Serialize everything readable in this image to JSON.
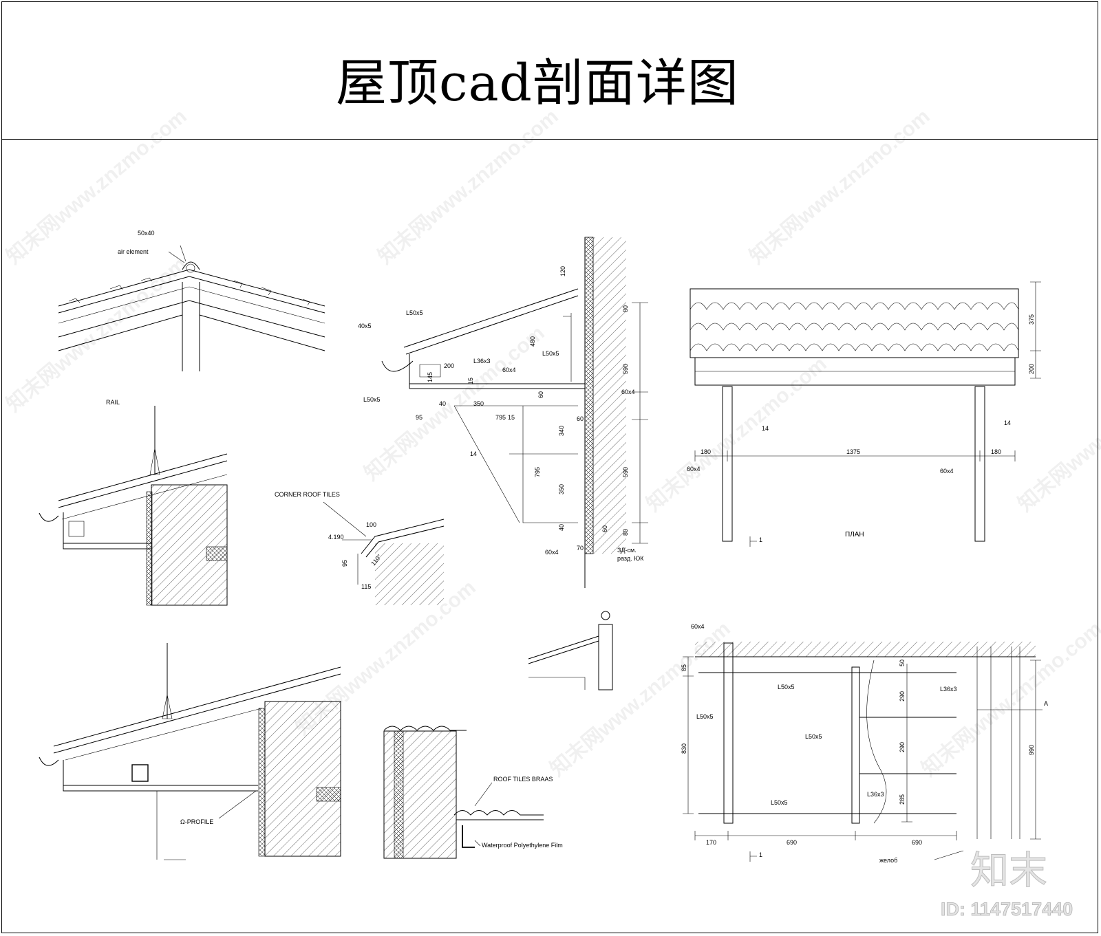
{
  "title": "屋顶cad剖面详图",
  "watermark_text": "知末网www.znzmo.com",
  "logo": {
    "brand": "知末",
    "id_label": "ID: 1147517440"
  },
  "ridge_detail": {
    "size": "50x40",
    "air_element": "air element"
  },
  "rail_detail": {
    "rail": "RAIL"
  },
  "eave_bracket": {
    "labels": [
      "40x5",
      "L50x5",
      "L36x3",
      "L50x5",
      "L50x5",
      "60x4",
      "60x4",
      "60x4",
      "14",
      "ЗД-см.",
      "разд. ЮК"
    ],
    "dims": [
      "120",
      "80",
      "590",
      "590",
      "80",
      "60",
      "480",
      "60",
      "145",
      "200",
      "15",
      "40",
      "350",
      "795",
      "15",
      "95",
      "340",
      "795",
      "350",
      "40",
      "70",
      "60"
    ]
  },
  "corner_detail": {
    "name": "CORNER ROOF TILES",
    "level": "4.190",
    "dims": [
      "100",
      "95",
      "115",
      "110°"
    ]
  },
  "plan": {
    "name": "ПЛАН",
    "dims": [
      "375",
      "200",
      "180",
      "1375",
      "180",
      "14",
      "14",
      "60x4",
      "60x4"
    ],
    "section_mark": "1"
  },
  "section_plan": {
    "labels": [
      "60x4",
      "L50x5",
      "L50x5",
      "L50x5",
      "L50x5",
      "L36x3",
      "L36x3",
      "A",
      "желоб"
    ],
    "dims": [
      "85",
      "830",
      "50",
      "290",
      "290",
      "285",
      "990",
      "170",
      "690",
      "690"
    ],
    "section_mark": "1"
  },
  "lower_left": {
    "profile": "Ω-PROFILE"
  },
  "braas_detail": {
    "tiles": "ROOF TILES BRAAS",
    "film": "Waterproof Polyethylene Film"
  }
}
